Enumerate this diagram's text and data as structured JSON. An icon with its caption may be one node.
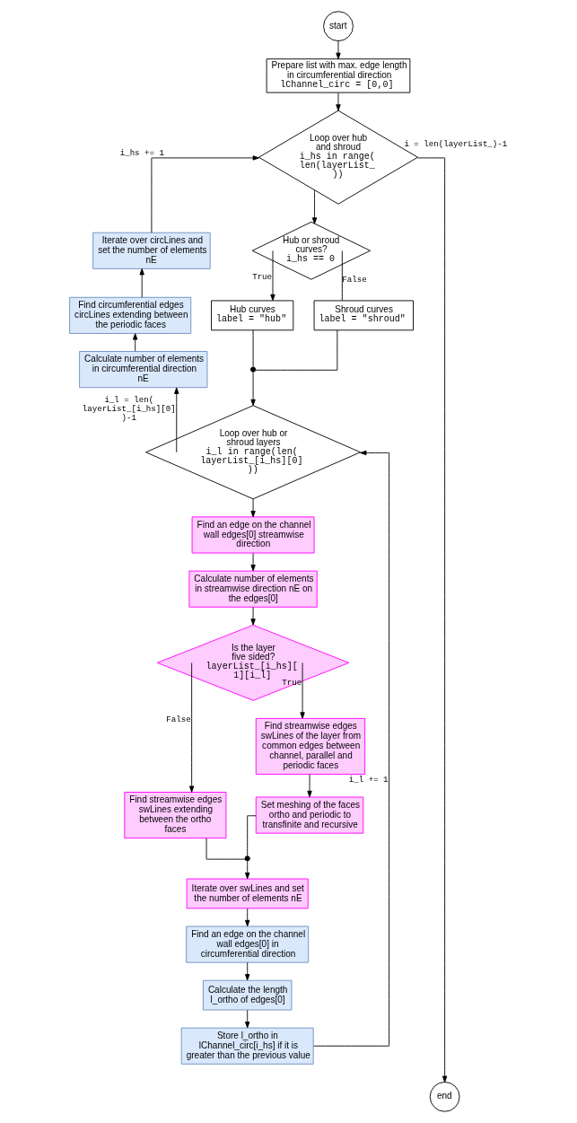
{
  "diagram": {
    "nodes": [
      {
        "text": [
          "start"
        ]
      },
      {
        "text": [
          "Prepare list with max. edge length in circumferential direction",
          "lChannel_circ = [0,0]"
        ]
      },
      {
        "text": [
          "Loop over hub and shroud",
          "i_hs in range( len(layerList_ ))"
        ]
      },
      {
        "text": [
          "Hub or shroud curves?",
          "i_hs == 0"
        ]
      },
      {
        "text": [
          "Hub curves",
          "label = \"hub\""
        ]
      },
      {
        "text": [
          "Shroud curves",
          "label = \"shroud\""
        ]
      },
      {
        "text": [],
        "shape": "circle"
      },
      {
        "text": [
          "Loop over hub or shroud layers",
          "i_l in range(len( layerList_[i_hs][0] ))"
        ]
      },
      {
        "text": [
          "Find an edge on the channel wall edges[0] streamwise direction"
        ]
      },
      {
        "text": [
          "Calculate number of elements in streamwise direction nE on the edges[0]"
        ]
      },
      {
        "text": [
          "Is the layer five sided?",
          "layerList_[i_hs][ 1][i_l]"
        ]
      },
      {
        "text": [
          "Find streamwise edges swLines extending between the ortho faces"
        ]
      },
      {
        "text": [
          "Find streamwise edges swLines of the layer from common edges between channel, parallel and periodic faces"
        ]
      },
      {
        "text": [
          "Set meshing of the faces ortho and periodic to transfinite and recursive"
        ]
      },
      {
        "text": [],
        "shape": "circle"
      },
      {
        "text": [
          "Iterate over swLines and set the number of elements nE"
        ]
      },
      {
        "text": [
          "Find an edge on the channel wall edges[0] in circumferential direction"
        ]
      },
      {
        "text": [
          "Calculate the length l_ortho of edges[0]"
        ]
      },
      {
        "text": [
          "Store l_ortho in lChannel_circ[i_hs] if it is greater than the previous value"
        ]
      },
      {
        "text": [
          "Calculate number of elements in circumferential direction nE"
        ]
      },
      {
        "text": [
          "Find circumferential edges circLines extending between the periodic faces"
        ]
      },
      {
        "text": [
          "Iterate over circLines and set the number of elements nE"
        ]
      },
      {
        "text": [
          "end"
        ]
      }
    ],
    "edges": [
      {
        "from": 0,
        "to": 1,
        "arrow": "to"
      },
      {
        "from": 1,
        "to": 2,
        "arrow": "to"
      },
      {
        "from": 2,
        "to": 3,
        "arrow": "to"
      },
      {
        "from": 2,
        "to": 22,
        "label": "i = len(layerList_)-1",
        "arrow": "to"
      },
      {
        "from": 3,
        "to": 4,
        "label": "True",
        "arrow": "to"
      },
      {
        "from": 3,
        "to": 5,
        "label": "False",
        "arrow": "none"
      },
      {
        "from": 4,
        "to": 6,
        "arrow": "none"
      },
      {
        "from": 5,
        "to": 6,
        "arrow": "none"
      },
      {
        "from": 6,
        "to": 7,
        "arrow": "to"
      },
      {
        "from": 7,
        "to": 8,
        "arrow": "to"
      },
      {
        "from": 7,
        "to": 19,
        "label": "i_l = len( layerList_[i_hs][0] )-1",
        "arrow": "to"
      },
      {
        "from": 8,
        "to": 9,
        "arrow": "to"
      },
      {
        "from": 9,
        "to": 10,
        "arrow": "to"
      },
      {
        "from": 10,
        "to": 11,
        "label": "False",
        "arrow": "to"
      },
      {
        "from": 10,
        "to": 12,
        "label": "True",
        "arrow": "to"
      },
      {
        "from": 12,
        "to": 13,
        "arrow": "to"
      },
      {
        "from": 11,
        "to": 14,
        "arrow": "none"
      },
      {
        "from": 13,
        "to": 14,
        "arrow": "none"
      },
      {
        "from": 14,
        "to": 15,
        "arrow": "to"
      },
      {
        "from": 15,
        "to": 16,
        "arrow": "to"
      },
      {
        "from": 16,
        "to": 17,
        "arrow": "to"
      },
      {
        "from": 17,
        "to": 18,
        "arrow": "to"
      },
      {
        "from": 18,
        "to": 7,
        "label": "i_l += 1",
        "arrow": "to"
      },
      {
        "from": 19,
        "to": 20,
        "arrow": "to"
      },
      {
        "from": 20,
        "to": 21,
        "arrow": "to"
      },
      {
        "from": 21,
        "to": 2,
        "label": "i_hs += 1",
        "arrow": "to"
      }
    ]
  }
}
